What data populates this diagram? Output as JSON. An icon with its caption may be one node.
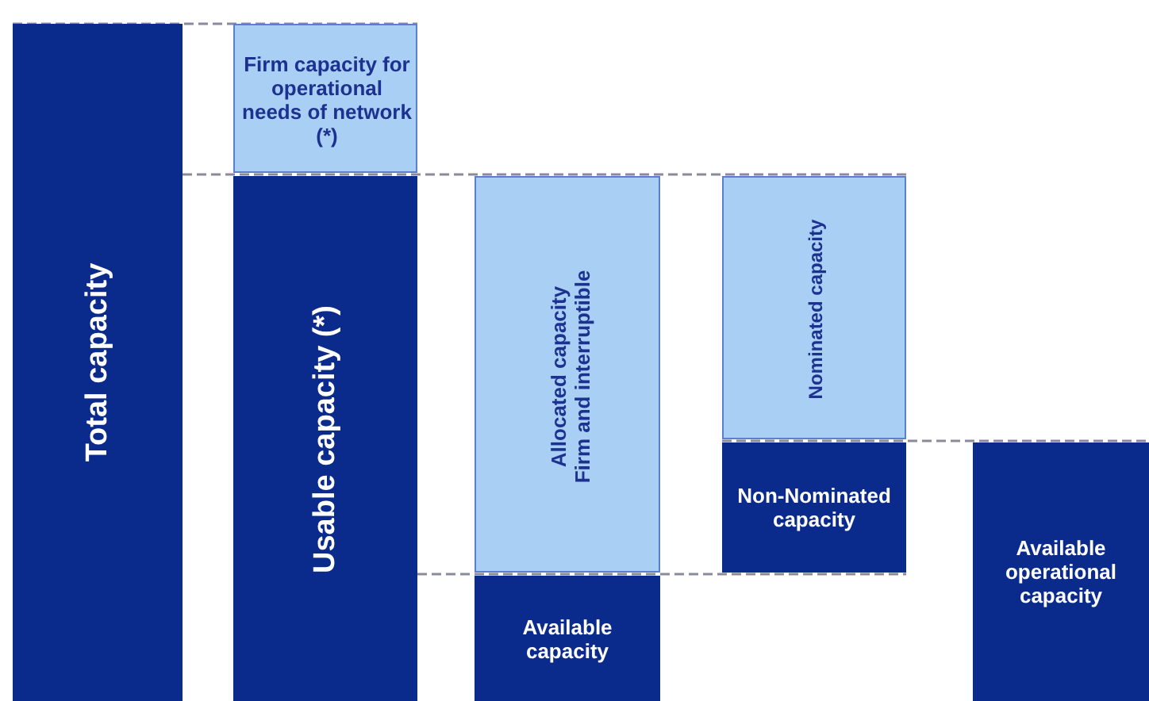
{
  "diagram": {
    "nodes": [
      {
        "text": [
          "Total capacity"
        ]
      },
      {
        "text": [
          "Firm capacity for operational needs of network (*)"
        ]
      },
      {
        "text": [
          "Usable capacity (*)"
        ]
      },
      {
        "text": [
          "Allocated capacity",
          "Firm and interruptible"
        ]
      },
      {
        "text": [
          "Available capacity"
        ]
      },
      {
        "text": [
          "Nominated capacity"
        ]
      },
      {
        "text": [
          "Non-Nominated capacity"
        ]
      },
      {
        "text": [
          "Available operational capacity"
        ]
      }
    ]
  }
}
